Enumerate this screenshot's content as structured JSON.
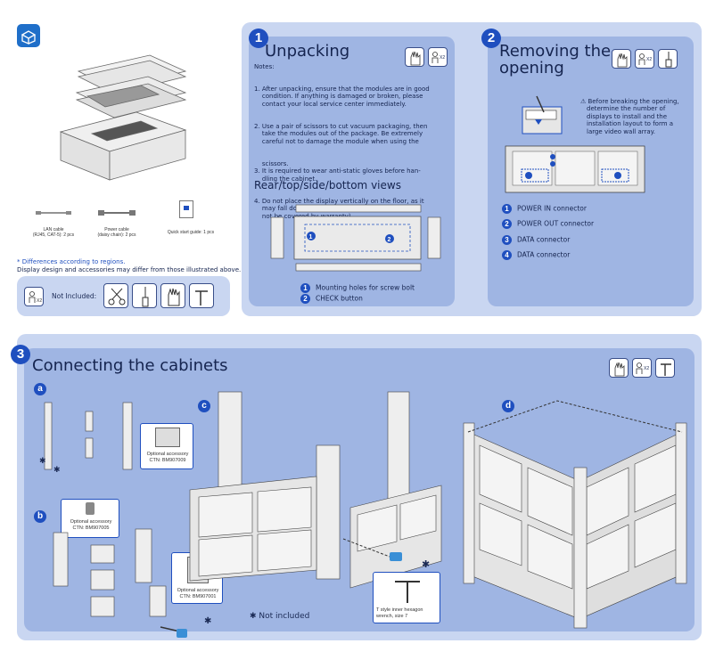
{
  "accessories": {
    "lan_cable": "LAN cable\n(RJ45, CAT-5): 2 pcs",
    "power_cable": "Power cable\n(daisy chain): 2 pcs",
    "quick_start": "Quick start guide: 1 pcs",
    "diff_title": "* Differences according to regions.",
    "diff_text": "Display design and accessories may differ from those illustrated above.",
    "not_included_label": "Not Included:"
  },
  "unpacking": {
    "step": "1",
    "title": "Unpacking",
    "x2": "X2",
    "notes_heading": "Notes:",
    "notes": [
      "1. After unpacking, ensure that the modules are in good",
      "    condition. If anything is damaged or broken, please",
      "    contact your local service center immediately.",
      "2. Use a pair of scissors to cut vacuum packaging, then",
      "    take the modules out of the package. Be extremely",
      "    careful not to damage the module when using the",
      "    scissors.",
      "3. It is required to wear anti-static gloves before han-",
      "    dling the cabinet.",
      "4. Do not place the display vertically on the floor, as it",
      "    may fall down and get damaged. (The damage will",
      "    not be covered by warranty)"
    ],
    "views_title": "Rear/top/side/bottom views",
    "legend": [
      {
        "n": "1",
        "text": "Mounting holes for screw bolt"
      },
      {
        "n": "2",
        "text": "CHECK button"
      }
    ]
  },
  "opening": {
    "step": "2",
    "title_line1": "Removing the",
    "title_line2": "opening",
    "x2": "X2",
    "warning": [
      "⚠ Before breaking the opening,",
      "determine the  number of",
      "displays to install and the",
      "installation layout to form a",
      "large video wall array."
    ],
    "legend": [
      {
        "n": "1",
        "text": "POWER IN connector"
      },
      {
        "n": "2",
        "text": "POWER OUT connector"
      },
      {
        "n": "3",
        "text": "DATA connector"
      },
      {
        "n": "4",
        "text": "DATA connector"
      }
    ]
  },
  "connecting": {
    "step": "3",
    "title": "Connecting the cabinets",
    "x2": "X2",
    "letters": [
      "a",
      "b",
      "c",
      "d"
    ],
    "callout_a": "Optional accessory\nCTN: BM907009",
    "callout_b": "Optional accessory\nCTN: BM907005",
    "callout_b2": "Optional accessory\nCTN: BM907001",
    "wrench": "T style inner hexagon\nwrench, size 7",
    "not_included": "✱ Not included",
    "asterisk": "✱"
  },
  "colors": {
    "panel": "#c9d6f1",
    "inner": "#9fb5e3",
    "accent": "#1f4fbf"
  }
}
